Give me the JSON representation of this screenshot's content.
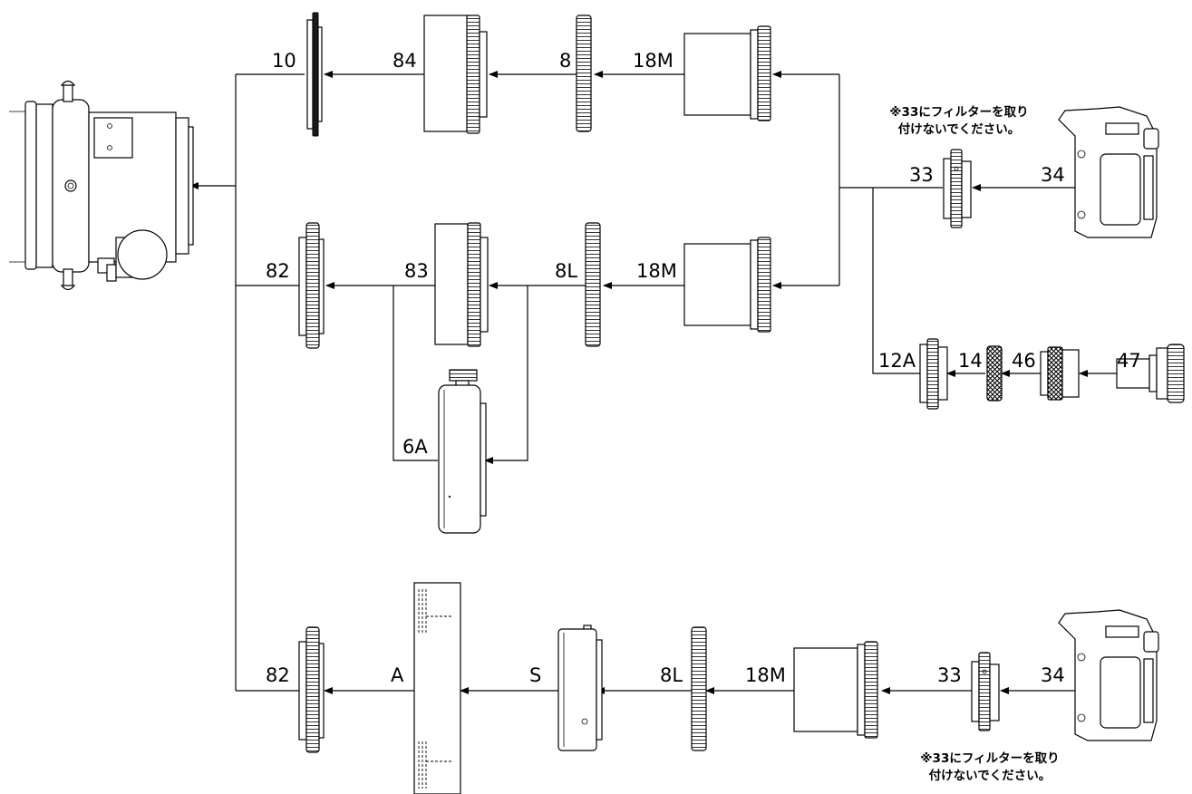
{
  "labels": {
    "p10": "10",
    "p84": "84",
    "p8": "8",
    "p18m_top": "18M",
    "p33_top": "33",
    "p34_top": "34",
    "p82_mid": "82",
    "p83": "83",
    "p8l_mid": "8L",
    "p18m_mid": "18M",
    "p6a": "6A",
    "p12a": "12A",
    "p14": "14",
    "p46": "46",
    "p47": "47",
    "p82_bot": "82",
    "pA": "A",
    "pS": "S",
    "p8l_bot": "8L",
    "p18m_bot": "18M",
    "p33_bot": "33",
    "p34_bot": "34"
  },
  "notes": {
    "top_line1": "※33にフィルターを取り",
    "top_line2": "付けないでください。",
    "bottom_line1": "※33にフィルターを取り",
    "bottom_line2": "付けないでください。"
  }
}
